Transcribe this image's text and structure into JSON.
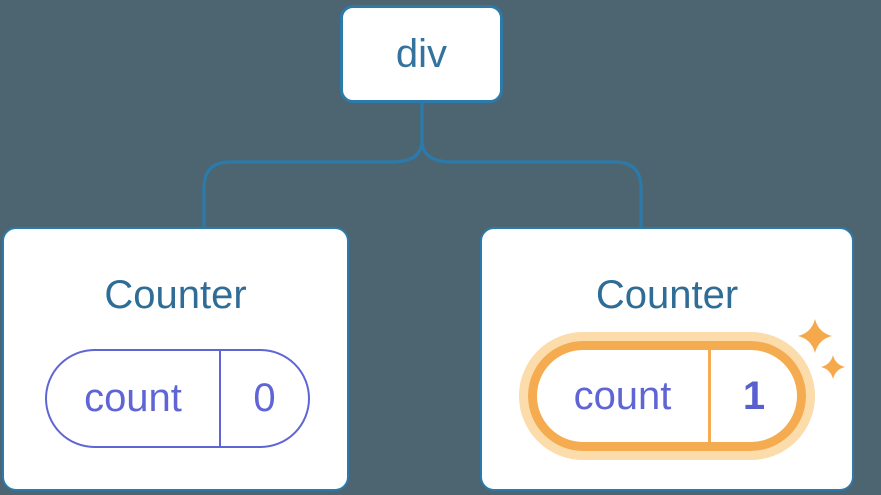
{
  "diagram": {
    "root": {
      "label": "div"
    },
    "children": [
      {
        "title": "Counter",
        "state": {
          "name": "count",
          "value": "0"
        },
        "highlighted": false
      },
      {
        "title": "Counter",
        "state": {
          "name": "count",
          "value": "1"
        },
        "highlighted": true
      }
    ]
  },
  "icons": {
    "sparkle": "four-point-star"
  },
  "colors": {
    "background": "#4c6571",
    "tree_line": "#2b7aa9",
    "root_text": "#33739e",
    "heading_text": "#2f6d96",
    "state_purple": "#6065d6",
    "state_value_bold": "#5a5fd0",
    "highlight_orange": "#f5ab4f",
    "highlight_glow": "#fcdcaa",
    "sparkle": "#f5a94c",
    "card_background": "#ffffff"
  }
}
